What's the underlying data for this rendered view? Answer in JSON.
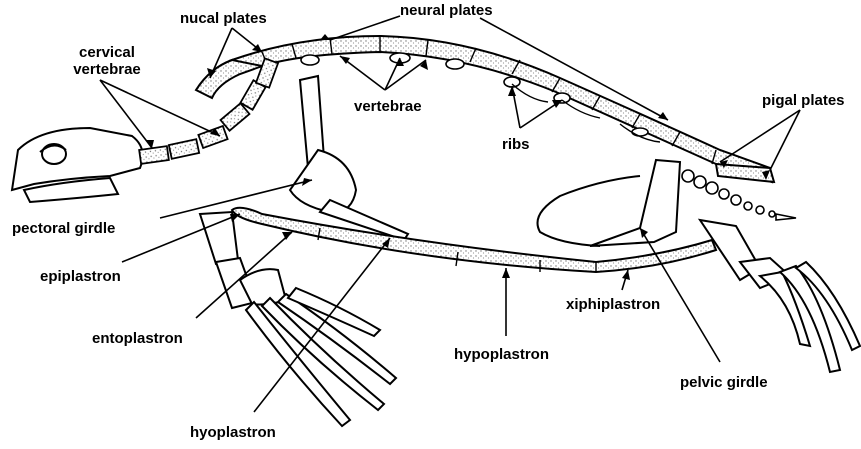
{
  "labels": {
    "nucal_plates": "nucal plates",
    "neural_plates": "neural plates",
    "cervical_vertebrae_line1": "cervical",
    "cervical_vertebrae_line2": "vertebrae",
    "vertebrae": "vertebrae",
    "ribs": "ribs",
    "pigal_plates": "pigal plates",
    "pectoral_girdle": "pectoral girdle",
    "epiplastron": "epiplastron",
    "entoplastron": "entoplastron",
    "hypoplastron": "hypoplastron",
    "xiphiplastron": "xiphiplastron",
    "pelvic_girdle": "pelvic girdle",
    "hyoplastron": "hyoplastron"
  },
  "colors": {
    "line": "#000000",
    "bone_fill": "#ffffff",
    "stipple": "#9a9a9a"
  }
}
